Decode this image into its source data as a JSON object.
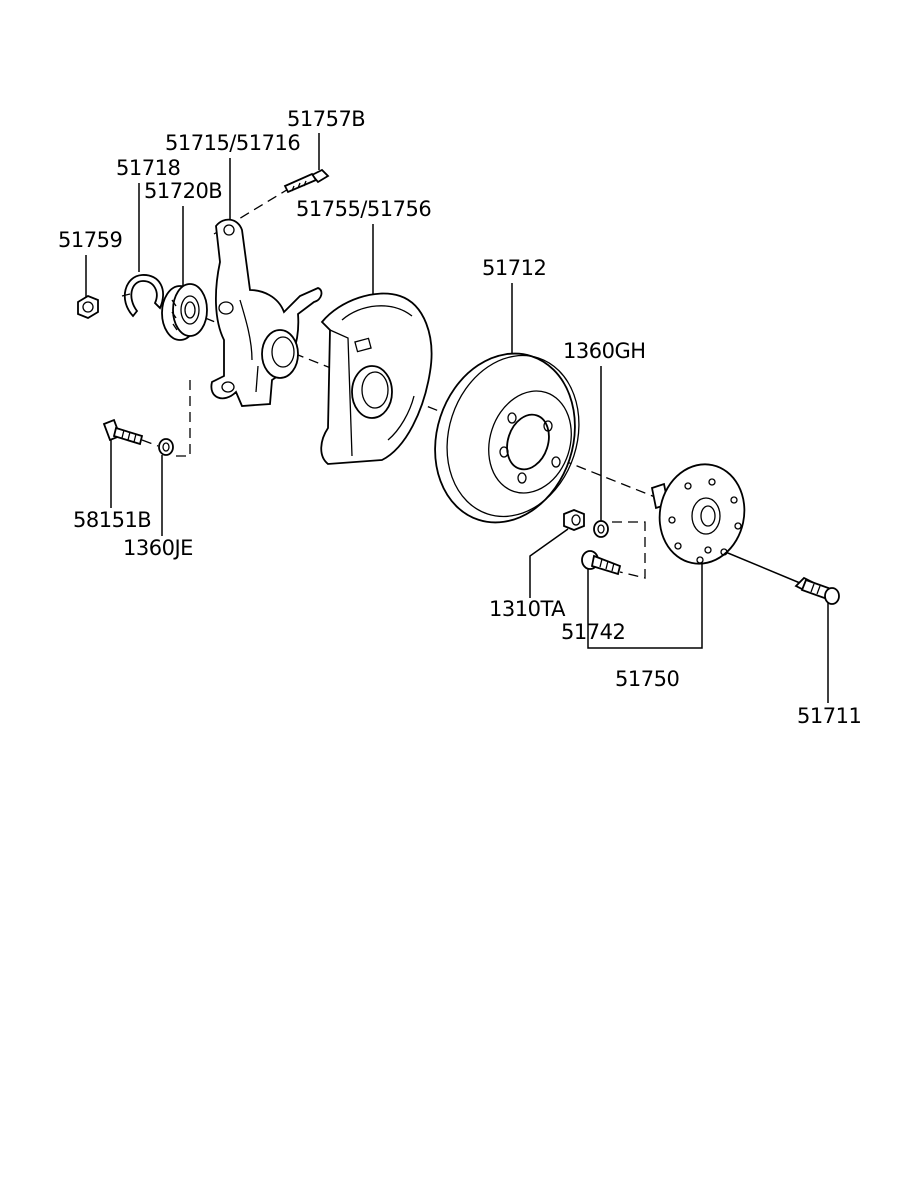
{
  "parts": [
    {
      "id": "p51757b",
      "label": "51757B"
    },
    {
      "id": "p51715",
      "label": "51715/51716"
    },
    {
      "id": "p51718",
      "label": "51718"
    },
    {
      "id": "p51720b",
      "label": "51720B"
    },
    {
      "id": "p51755",
      "label": "51755/51756"
    },
    {
      "id": "p51759",
      "label": "51759"
    },
    {
      "id": "p51712",
      "label": "51712"
    },
    {
      "id": "p1360gh",
      "label": "1360GH"
    },
    {
      "id": "p58151b",
      "label": "58151B"
    },
    {
      "id": "p1360je",
      "label": "1360JE"
    },
    {
      "id": "p1310ta",
      "label": "1310TA"
    },
    {
      "id": "p51742",
      "label": "51742"
    },
    {
      "id": "p51750",
      "label": "51750"
    },
    {
      "id": "p51711",
      "label": "51711"
    }
  ]
}
